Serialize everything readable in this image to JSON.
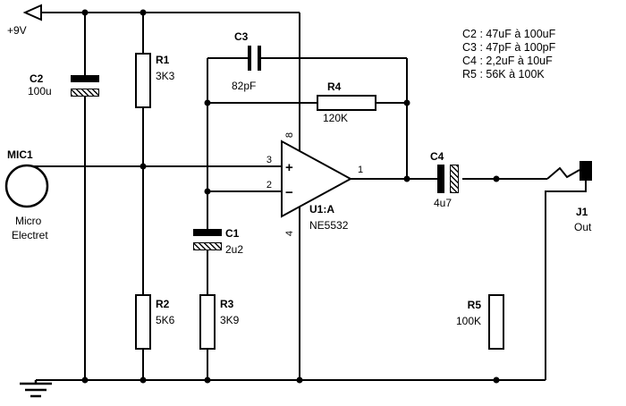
{
  "supply": {
    "label": "+9V"
  },
  "mic": {
    "ref": "MIC1",
    "line1": "Micro",
    "line2": "Electret"
  },
  "resistors": {
    "r1": {
      "ref": "R1",
      "value": "3K3"
    },
    "r2": {
      "ref": "R2",
      "value": "5K6"
    },
    "r3": {
      "ref": "R3",
      "value": "3K9"
    },
    "r4": {
      "ref": "R4",
      "value": "120K"
    },
    "r5": {
      "ref": "R5",
      "value": "100K"
    }
  },
  "capacitors": {
    "c1": {
      "ref": "C1",
      "value": "2u2"
    },
    "c2": {
      "ref": "C2",
      "value": "100u"
    },
    "c3": {
      "ref": "C3",
      "value": "82pF"
    },
    "c4": {
      "ref": "C4",
      "value": "4u7"
    }
  },
  "opamp": {
    "ref": "U1:A",
    "part": "NE5532",
    "pin_noninv": "3",
    "pin_inv": "2",
    "pin_out": "1",
    "pin_vcc": "8",
    "pin_vee": "4",
    "plus": "+",
    "minus": "−"
  },
  "jack": {
    "ref": "J1",
    "label": "Out"
  },
  "notes": {
    "c2": "C2 : 47uF à 100uF",
    "c3": "C3 : 47pF à 100pF",
    "c4": "C4 : 2,2uF à 10uF",
    "r5": "R5 : 56K à 100K"
  }
}
